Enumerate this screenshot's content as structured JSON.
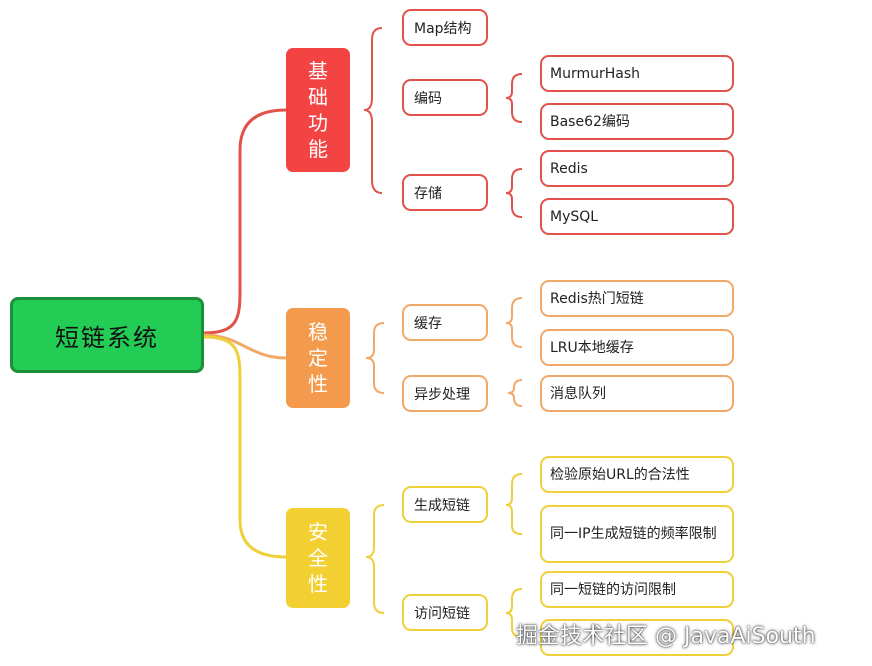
{
  "root": "短链系统",
  "colors": {
    "red": "#e0524a",
    "orange": "#f39a4c",
    "yellow": "#f2d032",
    "green": "#22cc55"
  },
  "categories": [
    {
      "label": "基础功能",
      "children": [
        {
          "label": "Map结构",
          "children": []
        },
        {
          "label": "编码",
          "children": [
            "MurmurHash",
            "Base62编码"
          ]
        },
        {
          "label": "存储",
          "children": [
            "Redis",
            "MySQL"
          ]
        }
      ]
    },
    {
      "label": "稳定性",
      "children": [
        {
          "label": "缓存",
          "children": [
            "Redis热门短链",
            "LRU本地缓存"
          ]
        },
        {
          "label": "异步处理",
          "children": [
            "消息队列"
          ]
        }
      ]
    },
    {
      "label": "安全性",
      "children": [
        {
          "label": "生成短链",
          "children": [
            "检验原始URL的合法性",
            "同一IP生成短链的频率限制"
          ]
        },
        {
          "label": "访问短链",
          "children": [
            "同一短链的访问限制",
            ""
          ]
        }
      ]
    }
  ],
  "watermark": "掘金技术社区 @ JavaAiSouth"
}
